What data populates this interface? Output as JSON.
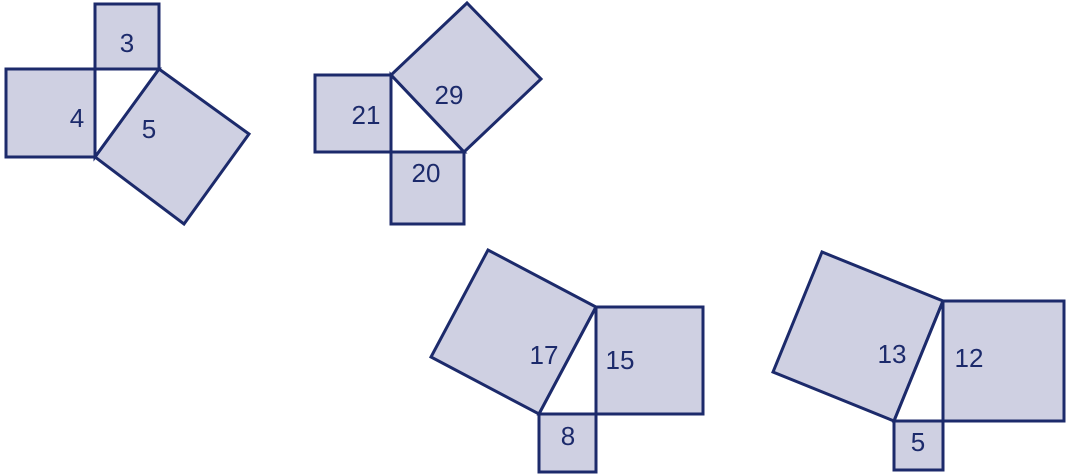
{
  "diagram": {
    "fill_color": "#cfd0e2",
    "stroke_color": "#1c2a6b",
    "triangles": [
      {
        "labels": {
          "leg_vertical": "3",
          "leg_horizontal": "4",
          "hypotenuse": "5"
        }
      },
      {
        "labels": {
          "leg_horizontal": "21",
          "leg_vertical": "20",
          "hypotenuse": "29"
        }
      },
      {
        "labels": {
          "leg_vertical": "15",
          "leg_horizontal": "8",
          "hypotenuse": "17"
        }
      },
      {
        "labels": {
          "leg_vertical": "12",
          "leg_horizontal": "5",
          "hypotenuse": "13"
        }
      }
    ]
  }
}
